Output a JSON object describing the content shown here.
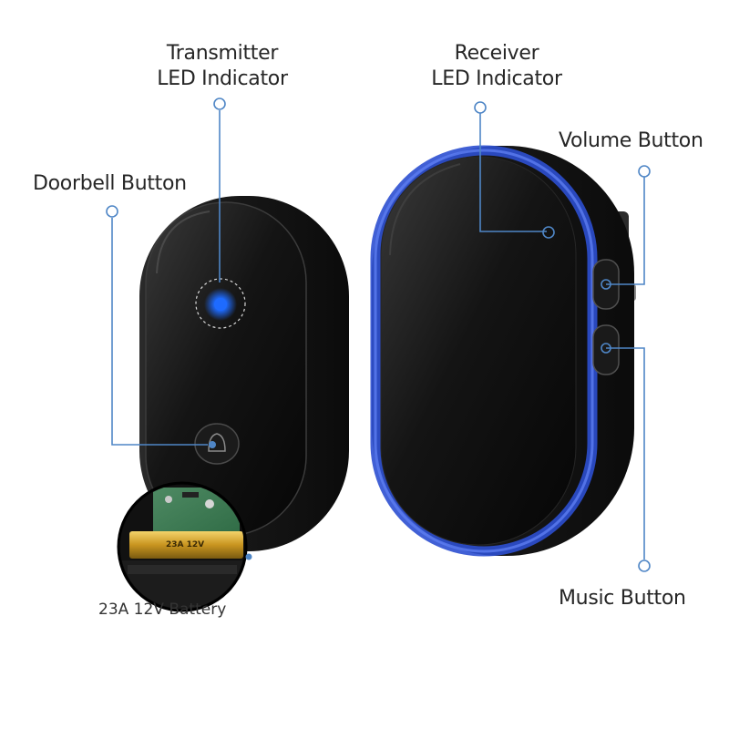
{
  "labels": {
    "transmitter_led": [
      "Transmitter",
      "LED Indicator"
    ],
    "receiver_led": [
      "Receiver",
      "LED Indicator"
    ],
    "doorbell_button": "Doorbell Button",
    "volume_button": "Volume Button",
    "music_button": "Music Button",
    "battery_spec_cutoff": "23A 12V Battery"
  },
  "battery_print": "23A 12V",
  "colors": {
    "callout": "#4f86c6",
    "led_blue": "#1e6bff",
    "receiver_glow": "#2c4fd0",
    "device_black": "#141414",
    "text": "#262626"
  }
}
